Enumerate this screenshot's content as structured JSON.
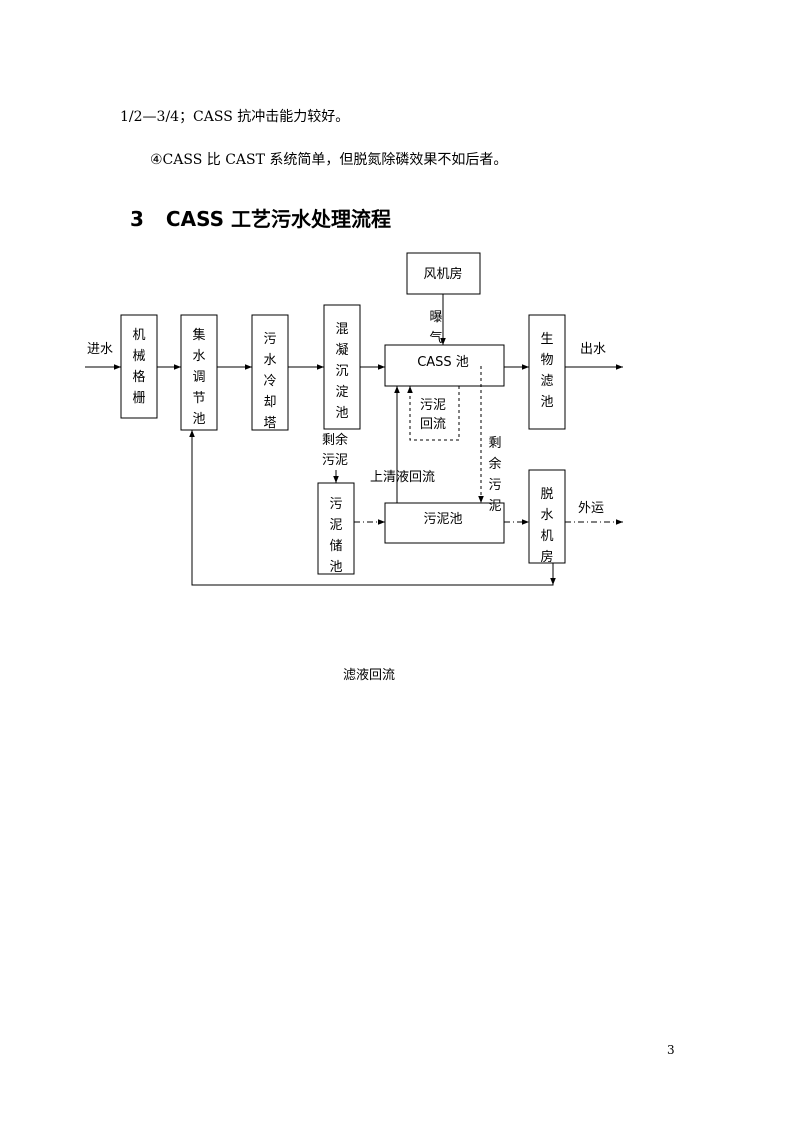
{
  "text": {
    "para1": "1/2—3/4；CASS 抗冲击能力较好。",
    "para2": "④CASS 比 CAST 系统简单，但脱氮除磷效果不如后者。",
    "heading_number": "3",
    "heading_title": "CASS 工艺污水处理流程",
    "page_number": "3"
  },
  "diagram": {
    "boxes": {
      "fan": "风机房",
      "screen": "机械格栅",
      "collect": "集水调节池",
      "cooling": "污水冷却塔",
      "settle": "混凝沉淀池",
      "cass": "CASS 池",
      "biofilter": "生物滤池",
      "sludge_store": "污泥储池",
      "sludge_tank": "污泥池",
      "dewater": "脱水机房"
    },
    "labels": {
      "inflow": "进水",
      "outflow": "出水",
      "aeration": "曝气",
      "sludge_return": "污泥回流",
      "excess_sludge_left": "剩余污泥",
      "excess_sludge_right": "剩余污泥",
      "supernatant_return": "上清液回流",
      "transport_out": "外运",
      "filtrate_return": "滤液回流"
    }
  }
}
